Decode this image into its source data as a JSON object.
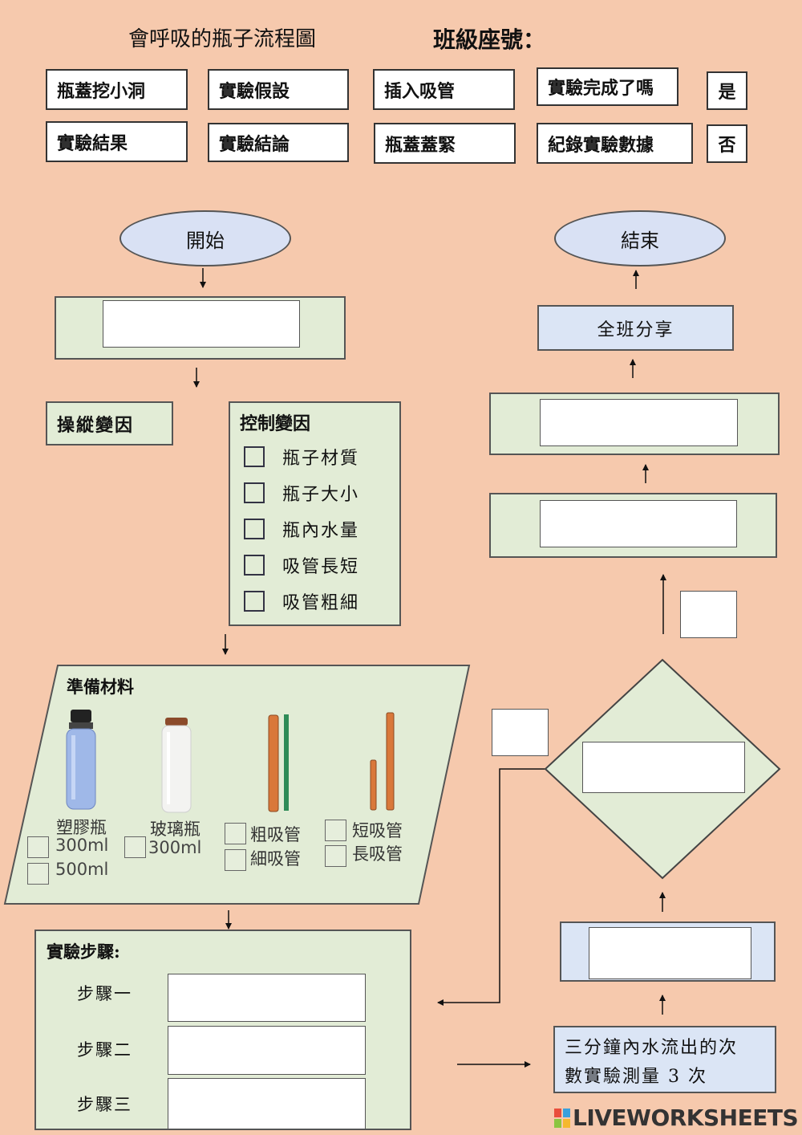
{
  "header": {
    "title": "會呼吸的瓶子流程圖",
    "class_seat_label": "班級座號："
  },
  "cards": {
    "bottle_cap_hole": "瓶蓋挖小洞",
    "hypothesis": "實驗假設",
    "insert_straw": "插入吸管",
    "experiment_done": "實驗完成了嗎",
    "yes": "是",
    "result": "實驗結果",
    "conclusion": "實驗結論",
    "cap_tighten": "瓶蓋蓋緊",
    "record_data": "紀錄實驗數據",
    "no": "否"
  },
  "flow": {
    "start": "開始",
    "end": "結束",
    "share": "全班分享",
    "manipulated_variable": "操縱變因",
    "controlled_variable": {
      "title": "控制變因",
      "items": [
        "瓶子材質",
        "瓶子大小",
        "瓶內水量",
        "吸管長短",
        "吸管粗細"
      ]
    },
    "materials": {
      "title": "準備材料",
      "plastic_bottle": "塑膠瓶",
      "plastic_300": "300ml",
      "plastic_500": "500ml",
      "glass_bottle": "玻璃瓶",
      "glass_300": "300ml",
      "thick_straw": "粗吸管",
      "thin_straw": "細吸管",
      "short_straw": "短吸管",
      "long_straw": "長吸管"
    },
    "steps": {
      "title": "實驗步驟:",
      "step1": "步驟一",
      "step2": "步驟二",
      "step3": "步驟三"
    },
    "measure_line1": "三分鐘內水流出的次",
    "measure_line2": "數實驗測量 3 次"
  },
  "footer": {
    "logo": "LIVEWORKSHEETS"
  },
  "colors": {
    "background": "#f6c9ad",
    "green_box": "#e2ecd6",
    "blue_box": "#dbe5f5",
    "ellipse": "#d9e1f4"
  }
}
